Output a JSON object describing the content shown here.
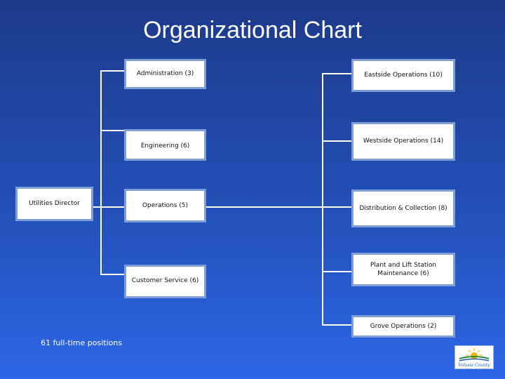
{
  "title": "Organizational Chart",
  "root": {
    "label": "Utilities Director"
  },
  "divisions": [
    {
      "label": "Administration (3)"
    },
    {
      "label": "Engineering (6)"
    },
    {
      "label": "Operations (5)"
    },
    {
      "label": "Customer Service (6)"
    }
  ],
  "operations_units": [
    {
      "label": "Eastside Operations (10)"
    },
    {
      "label": "Westside Operations (14)"
    },
    {
      "label": "Distribution & Collection (8)"
    },
    {
      "label": "Plant and  Lift Station Maintenance (6)"
    },
    {
      "label": "Grove Operations  (2)"
    }
  ],
  "footer": "61 full-time positions",
  "logo_text": "Volusia County",
  "colors": {
    "background_top": "#1d3a8a",
    "background_bottom": "#2d66e6",
    "box_border": "#7d9fd6",
    "connector": "#ffffff"
  }
}
